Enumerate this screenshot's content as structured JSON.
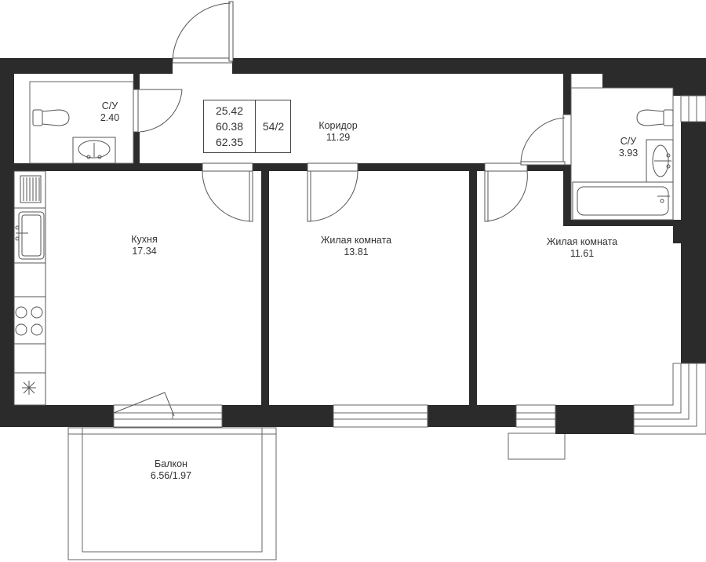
{
  "rooms": {
    "bathroom_small": {
      "name": "С/У",
      "area": "2.40"
    },
    "corridor": {
      "name": "Коридор",
      "area": "11.29"
    },
    "bathroom_large": {
      "name": "С/У",
      "area": "3.93"
    },
    "kitchen": {
      "name": "Кухня",
      "area": "17.34"
    },
    "living_room_1": {
      "name": "Жилая комната",
      "area": "13.81"
    },
    "living_room_2": {
      "name": "Жилая комната",
      "area": "11.61"
    },
    "balcony": {
      "name": "Балкон",
      "area": "6.56/1.97"
    }
  },
  "summary": {
    "area_values": [
      "25.42",
      "60.38",
      "62.35"
    ],
    "apartment_number": "54/2"
  },
  "colors": {
    "wall": "#2b2b2b",
    "line": "#555555",
    "text": "#333333",
    "background": "#ffffff"
  }
}
